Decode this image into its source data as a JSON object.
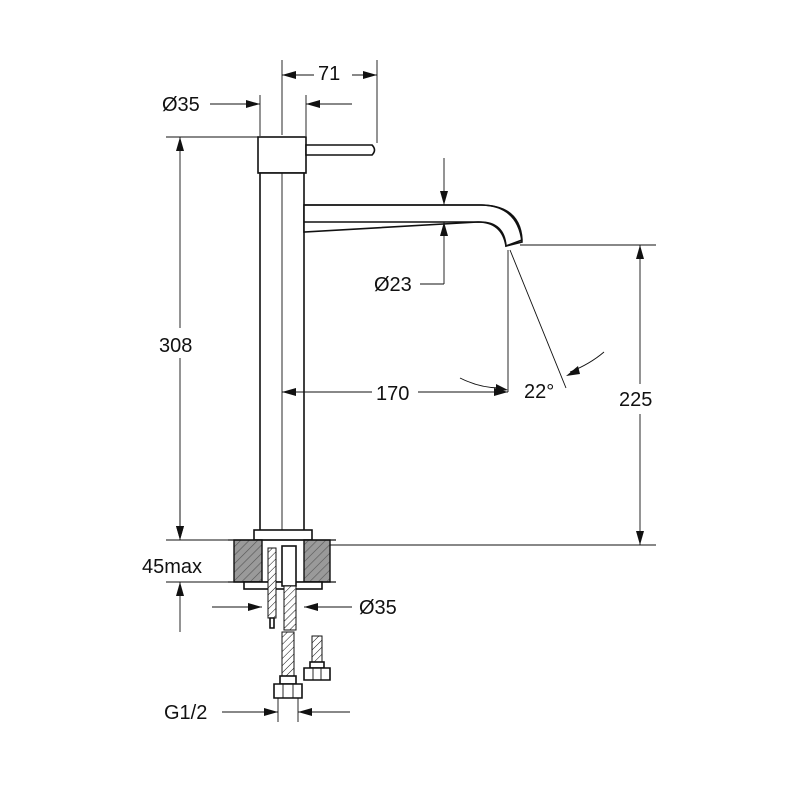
{
  "labels": {
    "handle_width": "71",
    "body_diameter": "Ø35",
    "total_height": "308",
    "spout_diameter": "Ø23",
    "spout_reach": "170",
    "spout_angle": "22°",
    "spout_height": "225",
    "mount_thickness": "45max",
    "hole_diameter": "Ø35",
    "thread": "G1/2"
  },
  "colors": {
    "line": "#111111",
    "hatch": "#8a8a8a",
    "background": "#ffffff"
  }
}
